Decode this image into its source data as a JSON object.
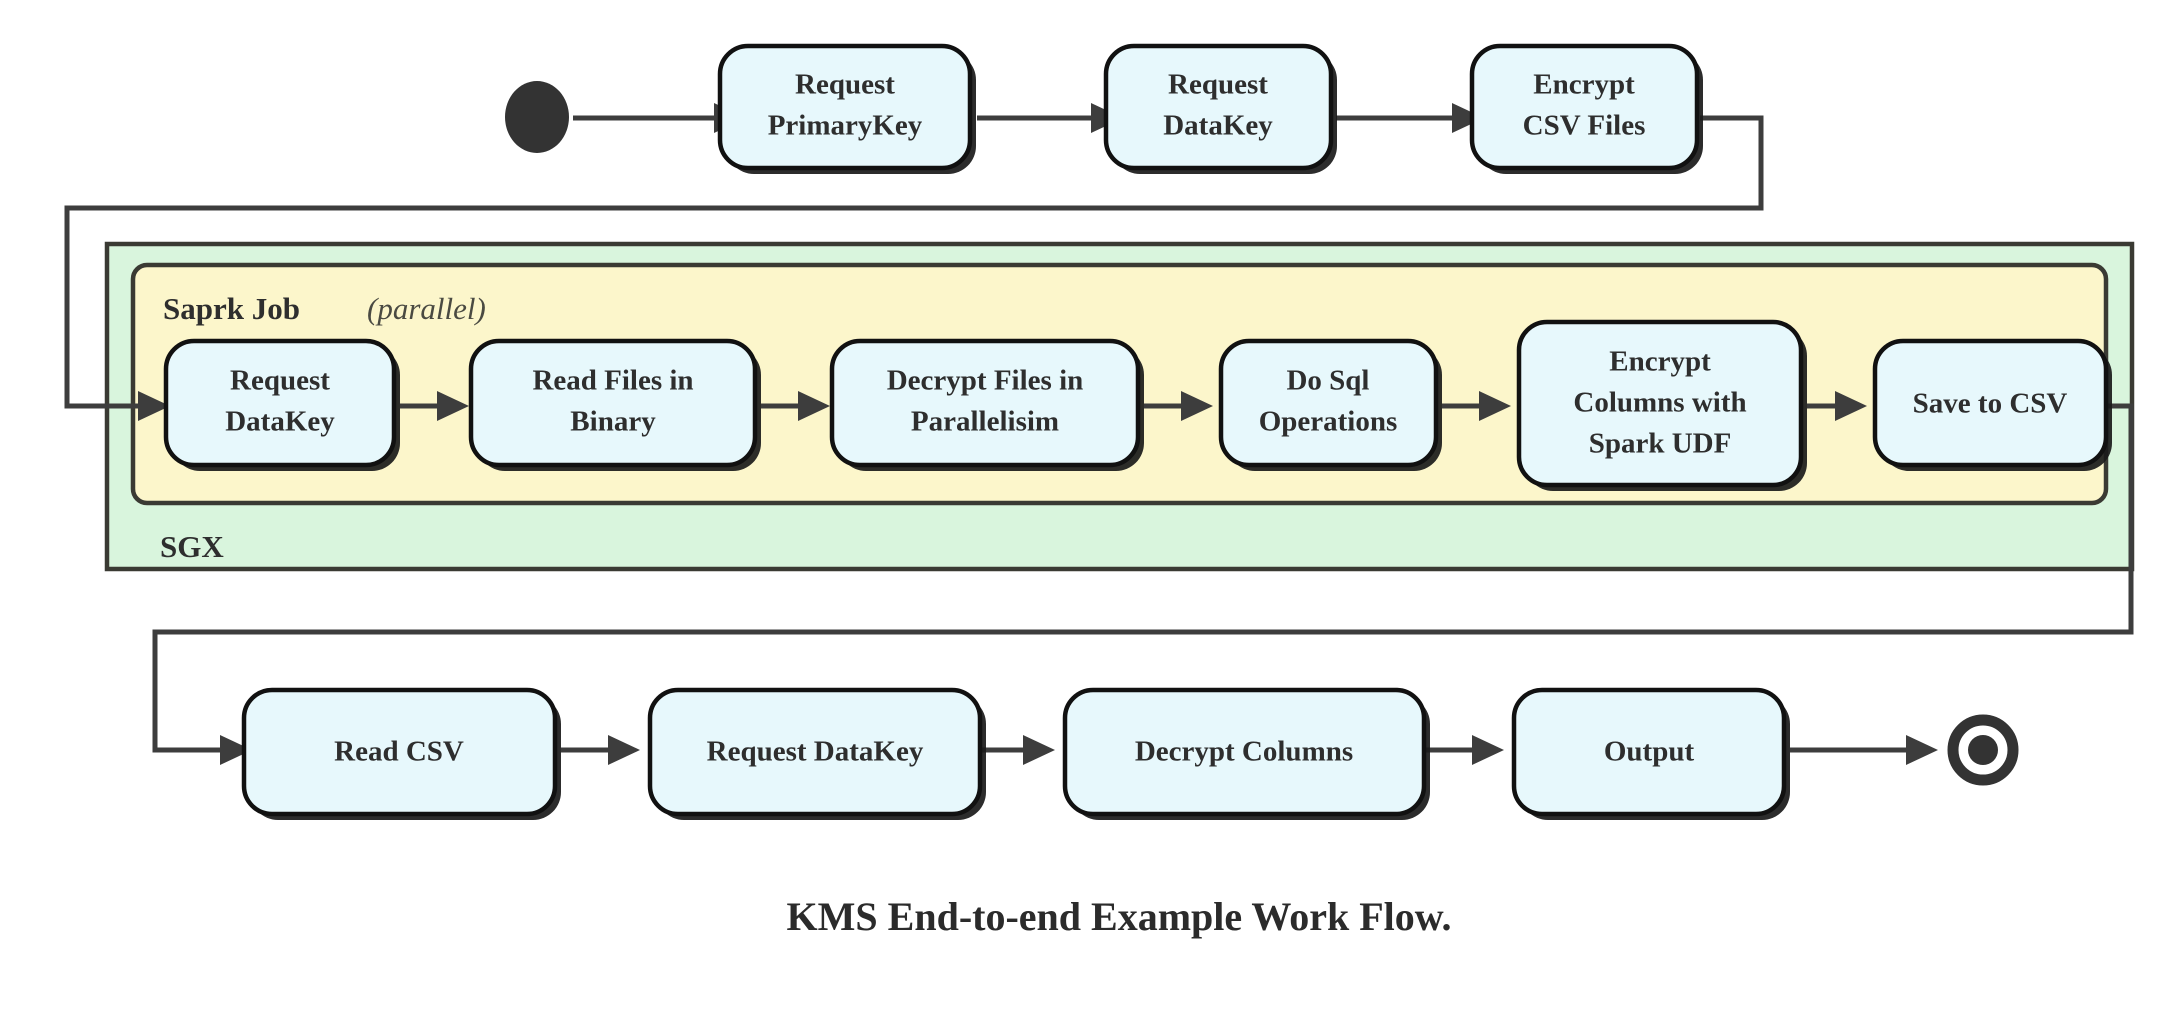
{
  "diagram": {
    "title": "KMS End-to-end Example Work Flow.",
    "colors": {
      "node_fill": "#e7f8fc",
      "node_stroke": "#111111",
      "sgx_fill": "#d9f5dd",
      "spark_fill": "#fcf6cb",
      "container_stroke": "#3a3a33",
      "line": "#3d3d3d",
      "terminal": "#333333",
      "text": "#2e2e2e"
    },
    "start_node": {
      "name": "start-node",
      "label": ""
    },
    "end_node": {
      "name": "end-node",
      "label": ""
    },
    "top_row": [
      {
        "id": "request-primarykey",
        "lines": [
          "Request",
          "PrimaryKey"
        ]
      },
      {
        "id": "request-datakey-top",
        "lines": [
          "Request",
          "DataKey"
        ]
      },
      {
        "id": "encrypt-csv-files",
        "lines": [
          "Encrypt",
          "CSV Files"
        ]
      }
    ],
    "sgx_container": {
      "label": "SGX"
    },
    "spark_container": {
      "label": "Saprk Job",
      "modifier": "(parallel)",
      "modifier_open": "(",
      "modifier_word": "parallel",
      "modifier_close": ")"
    },
    "spark_row": [
      {
        "id": "request-datakey-spark",
        "lines": [
          "Request",
          "DataKey"
        ]
      },
      {
        "id": "read-files-in-binary",
        "lines": [
          "Read Files in",
          "Binary"
        ]
      },
      {
        "id": "decrypt-files-in-parallelisim",
        "lines": [
          "Decrypt Files in",
          "Parallelisim"
        ]
      },
      {
        "id": "do-sql-operations",
        "lines": [
          "Do Sql",
          "Operations"
        ]
      },
      {
        "id": "encrypt-columns-with-spark-udf",
        "lines": [
          "Encrypt",
          "Columns with",
          "Spark UDF"
        ]
      },
      {
        "id": "save-to-csv",
        "lines": [
          "Save to CSV"
        ]
      }
    ],
    "bottom_row": [
      {
        "id": "read-csv",
        "lines": [
          "Read CSV"
        ]
      },
      {
        "id": "request-datakey-bottom",
        "lines": [
          "Request DataKey"
        ]
      },
      {
        "id": "decrypt-columns",
        "lines": [
          "Decrypt Columns"
        ]
      },
      {
        "id": "output",
        "lines": [
          "Output"
        ]
      }
    ]
  }
}
